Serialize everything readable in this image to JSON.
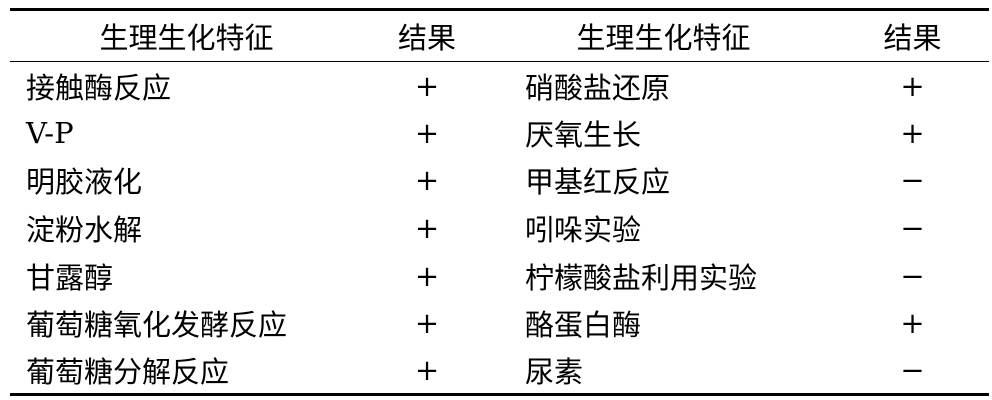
{
  "table": {
    "headers": [
      "生理生化特征",
      "结果",
      "生理生化特征",
      "结果"
    ],
    "rows": [
      {
        "left_name": "接触酶反应",
        "left_result": "+",
        "right_name": "硝酸盐还原",
        "right_result": "+"
      },
      {
        "left_name": "V-P",
        "left_result": "+",
        "right_name": "厌氧生长",
        "right_result": "+"
      },
      {
        "left_name": "明胶液化",
        "left_result": "+",
        "right_name": "甲基红反应",
        "right_result": "−"
      },
      {
        "left_name": "淀粉水解",
        "left_result": "+",
        "right_name": "吲哚实验",
        "right_result": "−"
      },
      {
        "left_name": "甘露醇",
        "left_result": "+",
        "right_name": "柠檬酸盐利用实验",
        "right_result": "−"
      },
      {
        "left_name": "葡萄糖氧化发酵反应",
        "left_result": "+",
        "right_name": "酪蛋白酶",
        "right_result": "+"
      },
      {
        "left_name": "葡萄糖分解反应",
        "left_result": "+",
        "right_name": "尿素",
        "right_result": "−"
      }
    ]
  }
}
